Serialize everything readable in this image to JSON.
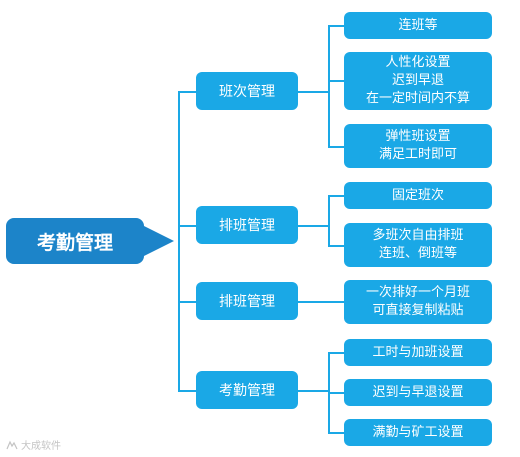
{
  "root": {
    "label": "考勤管理"
  },
  "groups": [
    {
      "label": "班次管理",
      "items": [
        {
          "lines": [
            "连班等"
          ]
        },
        {
          "lines": [
            "人性化设置",
            "迟到早退",
            "在一定时间内不算"
          ]
        },
        {
          "lines": [
            "弹性班设置",
            "满足工时即可"
          ]
        }
      ]
    },
    {
      "label": "排班管理",
      "items": [
        {
          "lines": [
            "固定班次"
          ]
        },
        {
          "lines": [
            "多班次自由排班",
            "连班、倒班等"
          ]
        }
      ]
    },
    {
      "label": "排班管理",
      "items": [
        {
          "lines": [
            "一次排好一个月班",
            "可直接复制粘贴"
          ]
        }
      ]
    },
    {
      "label": "考勤管理",
      "items": [
        {
          "lines": [
            "工时与加班设置"
          ]
        },
        {
          "lines": [
            "迟到与早退设置"
          ]
        },
        {
          "lines": [
            "满勤与矿工设置"
          ]
        }
      ]
    }
  ],
  "watermark": {
    "text": "大成软件"
  },
  "colors": {
    "root": "#1c84c9",
    "node": "#1aa8e6",
    "background": "#ffffff"
  }
}
